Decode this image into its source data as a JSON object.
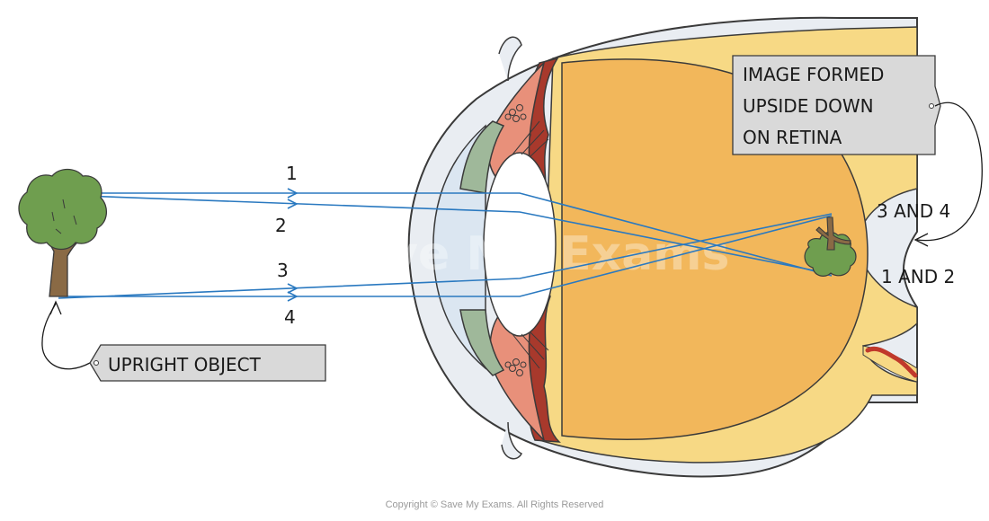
{
  "labels": {
    "object_tag": "UPRIGHT OBJECT",
    "image_tag_lines": [
      "IMAGE FORMED",
      "UPSIDE DOWN",
      "ON RETINA"
    ],
    "ray_numbers": [
      "1",
      "2",
      "3",
      "4"
    ],
    "retina_top": "3 AND 4",
    "retina_bottom": "1 AND 2"
  },
  "watermark": "Save My Exams",
  "copyright": "Copyright © Save My Exams. All Rights Reserved",
  "colors": {
    "ray": "#2a79c0",
    "vitreous": "#f2b75b",
    "sclera": "#f7d985",
    "choroid": "#a8392c",
    "ciliary": "#e8907a",
    "cornea": "#d6e4f0",
    "iris_green": "#9fb89a",
    "tree_leaves": "#6f9e4f",
    "tree_trunk": "#8a6a45",
    "tag_fill": "#d9d9d9"
  }
}
